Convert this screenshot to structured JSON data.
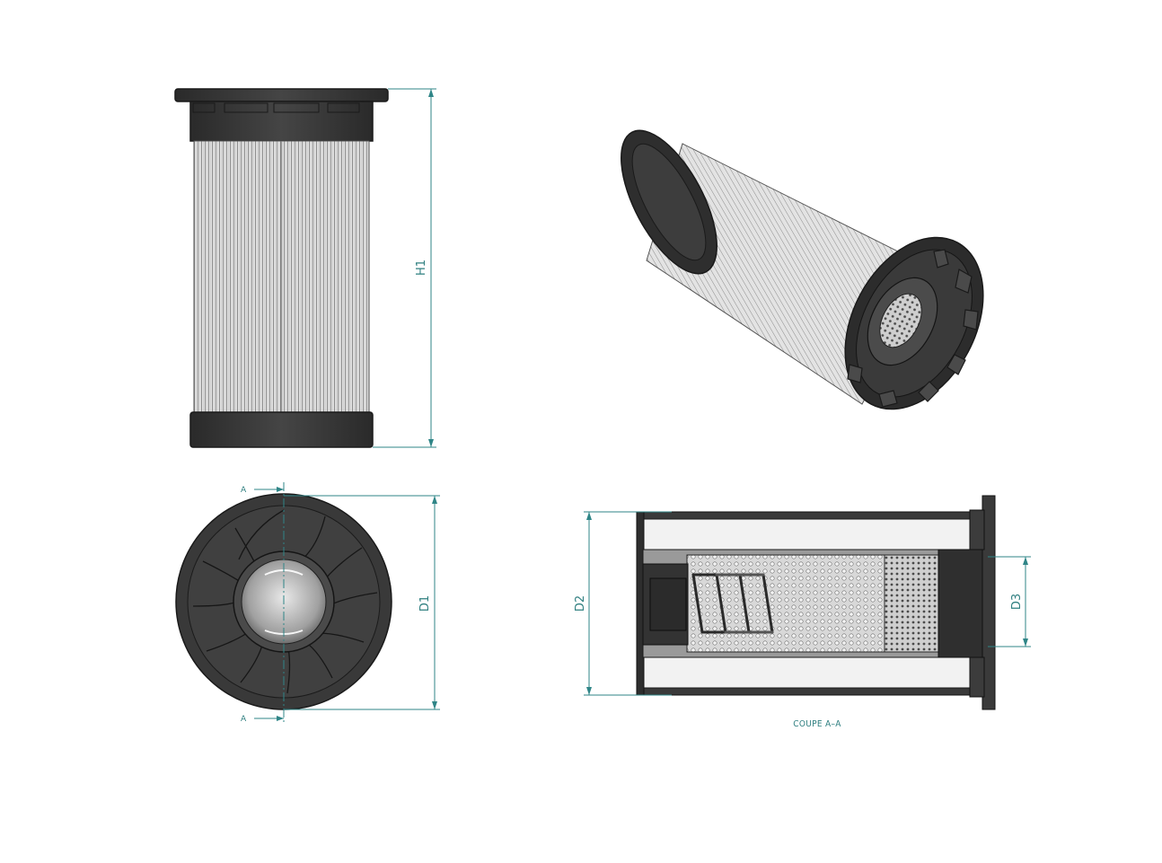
{
  "views": {
    "front": {
      "dimension_label": "H1"
    },
    "top": {
      "dimension_label": "D1",
      "section_marker_top": "A",
      "section_marker_bottom": "A"
    },
    "section": {
      "dimension_left": "D2",
      "dimension_right": "D3",
      "caption": "COUPE A–A"
    }
  },
  "colors": {
    "body": "#3a3a3a",
    "body_dark": "#262626",
    "pleats": "#c9c9c9",
    "dimension": "#2f8587",
    "section_fill": "#ffffff"
  }
}
